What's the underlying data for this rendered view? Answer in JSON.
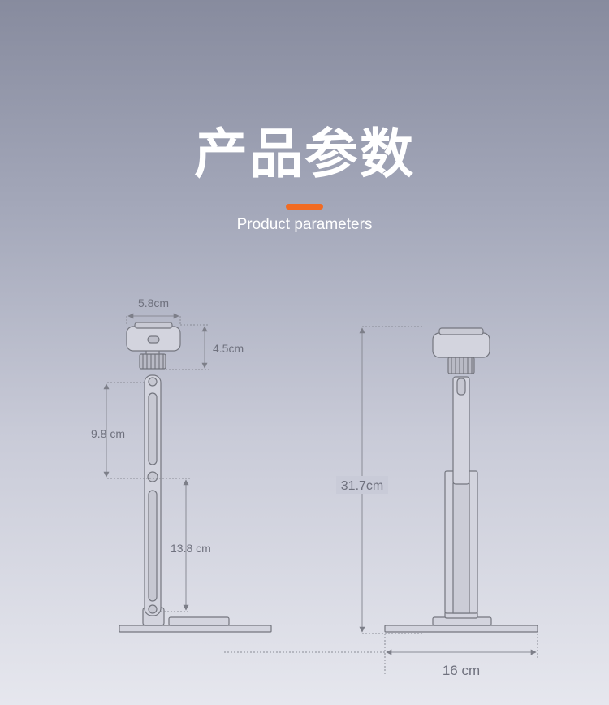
{
  "header": {
    "title": "产品参数",
    "subtitle": "Product parameters",
    "accent_color": "#f26b22"
  },
  "dimensions": {
    "head_width": "5.8cm",
    "head_height": "4.5cm",
    "upper_arm": "9.8 cm",
    "lower_arm": "13.8 cm",
    "total_height": "31.7cm",
    "base_width": "16 cm"
  },
  "colors": {
    "line": "#8a8c96",
    "stand_stroke": "#74767f",
    "stand_fill": "#d3d4de",
    "label": "#6f717e"
  }
}
